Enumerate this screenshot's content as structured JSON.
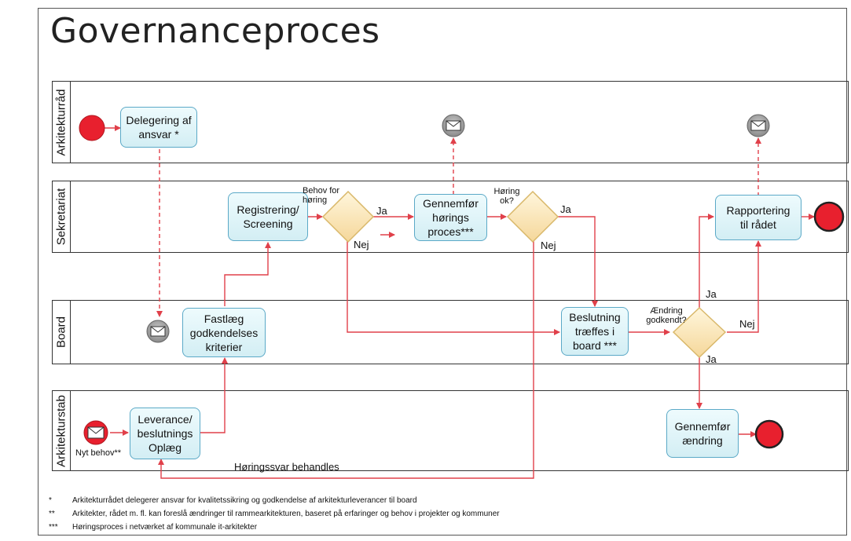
{
  "title": "Governanceproces",
  "lanes": [
    "Arkitekturråd",
    "Sekretariat",
    "Board",
    "Arkitekturstab"
  ],
  "tasks": {
    "delegering": "Delegering af\nansvar *",
    "registrering": "Registrering/\nScreening",
    "gennemfor_horings": "Gennemfør\nhørings\nproces***",
    "rapportering": "Rapportering\ntil rådet",
    "fastlaeg": "Fastlæg\ngodkendelses\nkriterier",
    "beslutning": "Beslutning\ntræffes i\nboard ***",
    "leverance": "Leverance/\nbeslutnings\nOplæg",
    "gennemfor_aendring": "Gennemfør\nændring"
  },
  "gateways": {
    "behov_for_horing": "Behov for\nhøring",
    "horing_ok": "Høring\nok?",
    "aendring_godkendt": "Ændring\ngodkendt?"
  },
  "flow_labels": {
    "ja1": "Ja",
    "nej1": "Nej",
    "ja2": "Ja",
    "nej2": "Nej",
    "ja3": "Ja",
    "nej3": "Nej",
    "ja4": "Ja",
    "nyt_behov": "Nyt behov**",
    "horingssvar": "Høringssvar behandles"
  },
  "footnotes": [
    {
      "mark": "*",
      "text": "Arkitekturrådet delegerer ansvar for kvalitetssikring og godkendelse af arkitekturleverancer til board"
    },
    {
      "mark": "**",
      "text": "Arkitekter, rådet m. fl. kan foreslå ændringer til rammearkitekturen, baseret på erfaringer og behov i projekter og kommuner"
    },
    {
      "mark": "***",
      "text": "Høringsproces i netværket af kommunale it-arkitekter"
    }
  ],
  "colors": {
    "flow": "#e0404a",
    "message_flow": "#e0404a",
    "task_border": "#5ba9c7",
    "gateway_fill": "#fbe6b4",
    "gateway_border": "#d9b86a",
    "event_fill": "#e8202e"
  }
}
